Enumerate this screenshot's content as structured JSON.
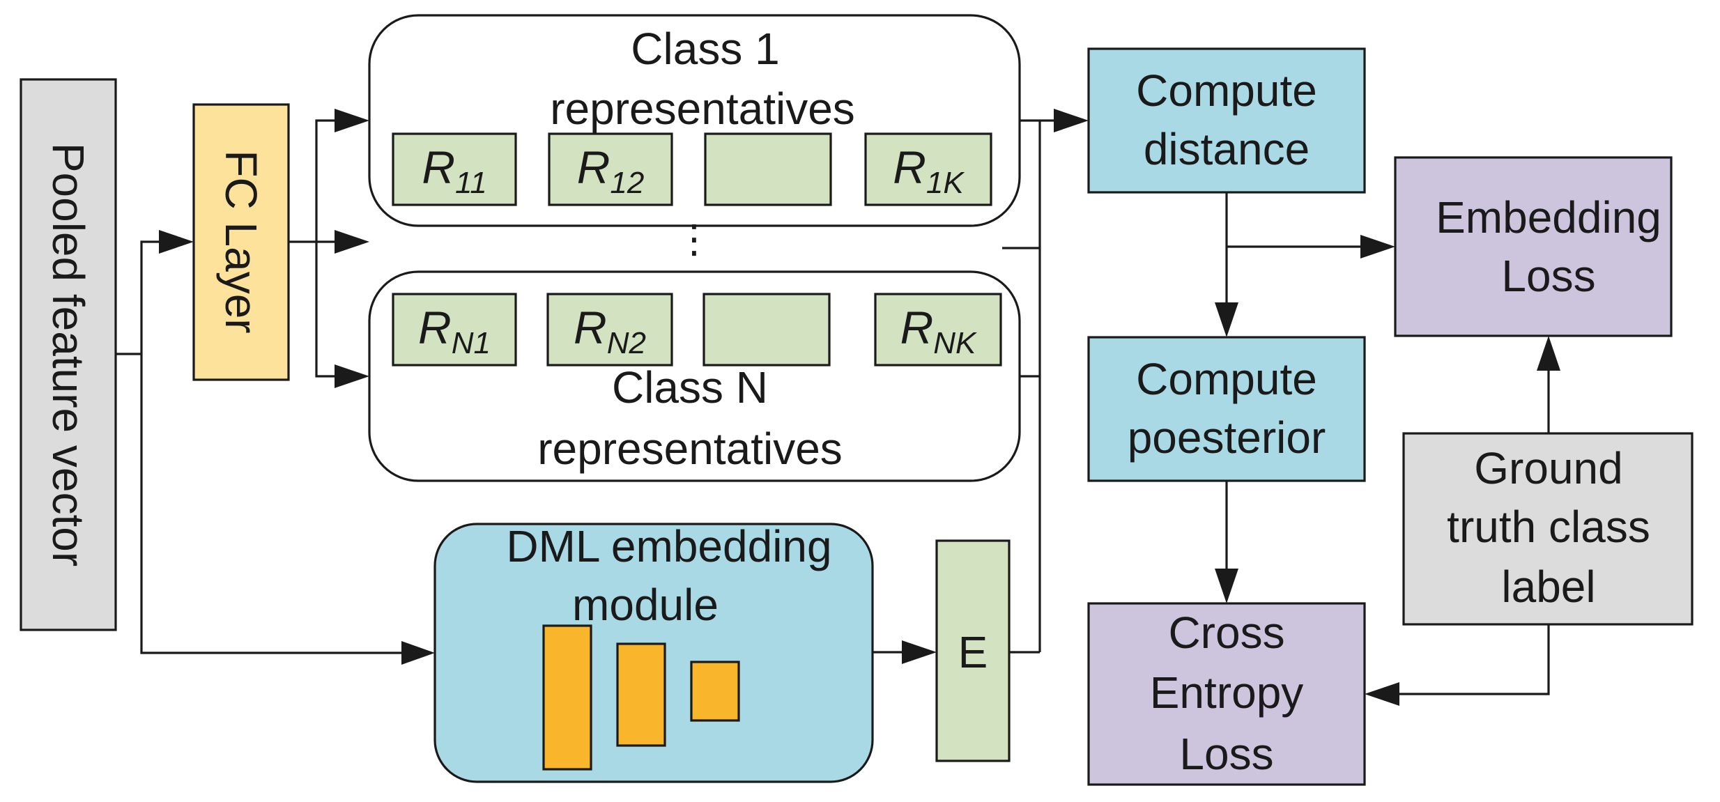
{
  "colors": {
    "gray_box": "#dcdcdc",
    "fc_box": "#fde29c",
    "green_box": "#d3e3c1",
    "cyan_box": "#a8d9e4",
    "purple_box": "#cdc5dd",
    "bar_fill": "#f9b62d",
    "line": "#1a1a1a"
  },
  "nodes": {
    "pooled_vector": "Pooled feature vector",
    "fc_layer": "FC Layer",
    "class1": {
      "line1": "Class 1",
      "line2": "representatives"
    },
    "classN": {
      "line1": "Class N",
      "line2": "representatives"
    },
    "ellipsis": "⋮",
    "dml": {
      "line1": "DML embedding",
      "line2": "module"
    },
    "embedding_e": "E",
    "compute_distance": {
      "line1": "Compute",
      "line2": "distance"
    },
    "compute_posterior": {
      "line1": "Compute",
      "line2": "poesterior"
    },
    "embedding_loss": {
      "line1": "Embedding",
      "line2": "Loss"
    },
    "ground_truth": {
      "line1": "Ground",
      "line2": "truth class",
      "line3": "label"
    },
    "cross_entropy": {
      "line1": "Cross",
      "line2": "Entropy",
      "line3": "Loss"
    }
  },
  "representatives": {
    "class1": [
      {
        "base": "R",
        "sub": "11"
      },
      {
        "base": "R",
        "sub": "12"
      },
      {
        "base": "",
        "sub": ""
      },
      {
        "base": "R",
        "sub": "1K"
      }
    ],
    "classN": [
      {
        "base": "R",
        "sub": "N1"
      },
      {
        "base": "R",
        "sub": "N2"
      },
      {
        "base": "",
        "sub": ""
      },
      {
        "base": "R",
        "sub": "NK"
      }
    ]
  }
}
